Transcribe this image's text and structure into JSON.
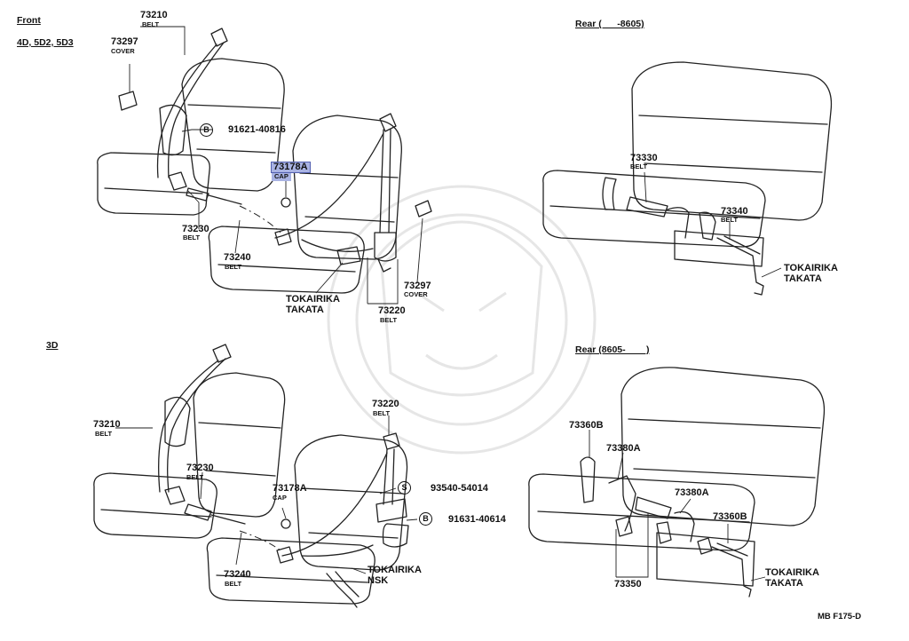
{
  "sections": {
    "front": "Front",
    "front_variants": "4D, 5D2, 5D3",
    "rear_early": "Rear (      -8605)",
    "three_door": "3D",
    "rear_late": "Rear (8605-        )"
  },
  "callouts": {
    "f_73210": {
      "num": "73210",
      "desc": "BELT"
    },
    "f_73297a": {
      "num": "73297",
      "desc": "COVER"
    },
    "f_91621": {
      "badge": "B",
      "num": "91621-40816"
    },
    "f_73178a": {
      "num": "73178A",
      "desc": "CAP"
    },
    "f_73230": {
      "num": "73230",
      "desc": "BELT"
    },
    "f_73240": {
      "num": "73240",
      "desc": "BELT"
    },
    "f_73297b": {
      "num": "73297",
      "desc": "COVER"
    },
    "f_73220": {
      "num": "73220",
      "desc": "BELT"
    },
    "f_maker": {
      "line1": "TOKAIRIKA",
      "line2": "TAKATA"
    },
    "r1_73330": {
      "num": "73330",
      "desc": "BELT"
    },
    "r1_73340": {
      "num": "73340",
      "desc": "BELT"
    },
    "r1_maker": {
      "line1": "TOKAIRIKA",
      "line2": "TAKATA"
    },
    "d3_73210": {
      "num": "73210",
      "desc": "BELT"
    },
    "d3_73230": {
      "num": "73230",
      "desc": "BELT"
    },
    "d3_73220": {
      "num": "73220",
      "desc": "BELT"
    },
    "d3_73178a": {
      "num": "73178A",
      "desc": "CAP"
    },
    "d3_93540": {
      "badge": "S",
      "num": "93540-54014"
    },
    "d3_91631": {
      "badge": "B",
      "num": "91631-40614"
    },
    "d3_73240": {
      "num": "73240",
      "desc": "BELT"
    },
    "d3_maker": {
      "line1": "TOKAIRIKA",
      "line2": "NSK"
    },
    "r2_73360b_a": {
      "num": "73360B"
    },
    "r2_73380a_a": {
      "num": "73380A"
    },
    "r2_73380a_b": {
      "num": "73380A"
    },
    "r2_73360b_b": {
      "num": "73360B"
    },
    "r2_73350": {
      "num": "73350"
    },
    "r2_maker": {
      "line1": "TOKAIRIKA",
      "line2": "TAKATA"
    }
  },
  "footer_code": "MB F175-D",
  "highlight_color": "#a9b3e3"
}
